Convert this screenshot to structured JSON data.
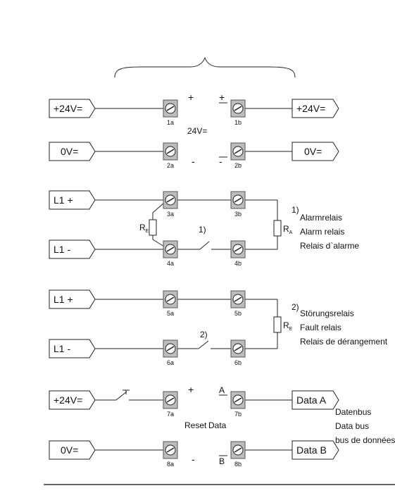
{
  "terminals": [
    "1a",
    "1b",
    "2a",
    "2b",
    "3a",
    "3b",
    "4a",
    "4b",
    "5a",
    "5b",
    "6a",
    "6b",
    "7a",
    "7b",
    "8a",
    "8b"
  ],
  "flags": {
    "r1_left": "+24V=",
    "r1_right": "+24V=",
    "r2_left": "0V=",
    "r2_right": "0V=",
    "r3_left": "L1 +",
    "r4_left": "L1 -",
    "r5_left": "L1 +",
    "r6_left": "L1 -",
    "r7_left": "+24V=",
    "r7_right": "Data A",
    "r8_left": "0V=",
    "r8_right": "Data B"
  },
  "signs": {
    "plus_left": "+",
    "plus_right": "+",
    "minus_left": "-",
    "minus_right": "-",
    "plus_7a": "+",
    "minus_8a": "-",
    "a_7b": "A",
    "b_8b": "B"
  },
  "supply_label": "24V=",
  "resistors": {
    "re1": "R",
    "re1_sub": "E",
    "ra": "R",
    "ra_sub": "A",
    "re2": "R",
    "re2_sub": "E"
  },
  "contacts": {
    "c1": "1)",
    "c2": "2)"
  },
  "notes": {
    "n1_mark": "1)",
    "n1_lines": [
      "Alarmrelais",
      "Alarm relais",
      "Relais d`alarme"
    ],
    "n2_mark": "2)",
    "n2_lines": [
      "Störungsrelais",
      "Fault relais",
      "Relais de dérangement"
    ],
    "bus_lines": [
      "Datenbus",
      "Data bus",
      "bus de données"
    ]
  },
  "reset_label": "Reset",
  "data_label": "Data"
}
